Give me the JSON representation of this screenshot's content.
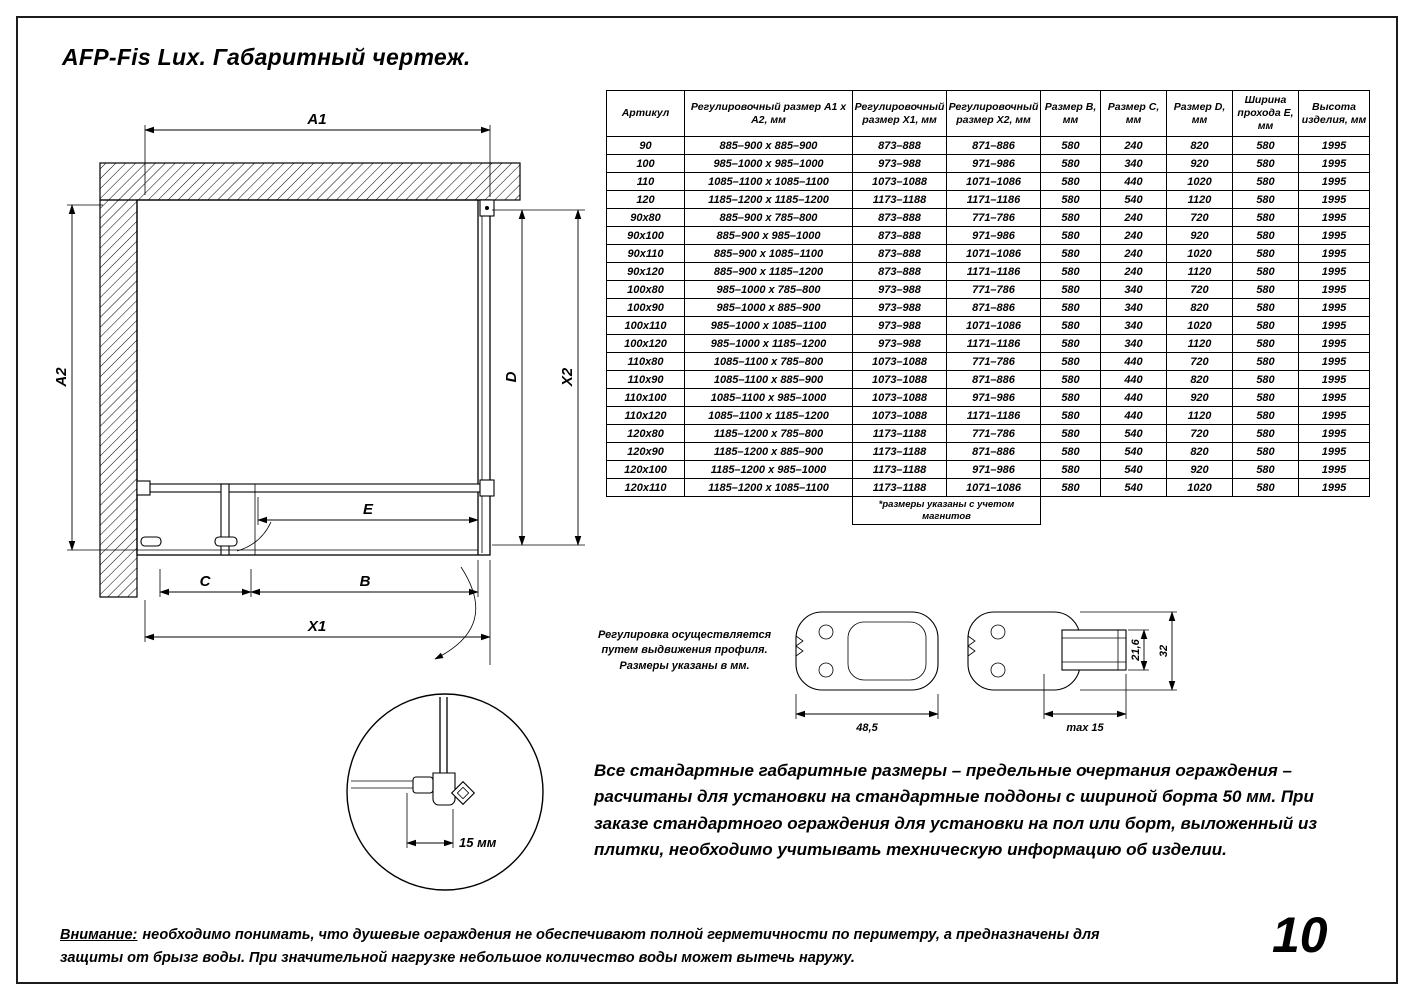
{
  "page": {
    "title": "AFP-Fis Lux. Габаритный чертеж.",
    "number": "10"
  },
  "drawing": {
    "labels": {
      "a1": "A1",
      "a2": "A2",
      "x1": "X1",
      "x2": "X2",
      "b": "B",
      "c": "C",
      "d": "D",
      "e": "E"
    },
    "detail_dim": "15 мм"
  },
  "table": {
    "headers": [
      "Артикул",
      "Регулировочный размер A1 x A2, мм",
      "Регулировочный размер X1, мм",
      "Регулировочный размер X2, мм",
      "Размер B, мм",
      "Размер C, мм",
      "Размер D, мм",
      "Ширина прохода E, мм",
      "Высота изделия, мм"
    ],
    "rows": [
      [
        "90",
        "885–900 x 885–900",
        "873–888",
        "871–886",
        "580",
        "240",
        "820",
        "580",
        "1995"
      ],
      [
        "100",
        "985–1000 x 985–1000",
        "973–988",
        "971–986",
        "580",
        "340",
        "920",
        "580",
        "1995"
      ],
      [
        "110",
        "1085–1100 x 1085–1100",
        "1073–1088",
        "1071–1086",
        "580",
        "440",
        "1020",
        "580",
        "1995"
      ],
      [
        "120",
        "1185–1200 x 1185–1200",
        "1173–1188",
        "1171–1186",
        "580",
        "540",
        "1120",
        "580",
        "1995"
      ],
      [
        "90x80",
        "885–900 x 785–800",
        "873–888",
        "771–786",
        "580",
        "240",
        "720",
        "580",
        "1995"
      ],
      [
        "90x100",
        "885–900 x 985–1000",
        "873–888",
        "971–986",
        "580",
        "240",
        "920",
        "580",
        "1995"
      ],
      [
        "90x110",
        "885–900 x 1085–1100",
        "873–888",
        "1071–1086",
        "580",
        "240",
        "1020",
        "580",
        "1995"
      ],
      [
        "90x120",
        "885–900 x 1185–1200",
        "873–888",
        "1171–1186",
        "580",
        "240",
        "1120",
        "580",
        "1995"
      ],
      [
        "100x80",
        "985–1000 x 785–800",
        "973–988",
        "771–786",
        "580",
        "340",
        "720",
        "580",
        "1995"
      ],
      [
        "100x90",
        "985–1000 x 885–900",
        "973–988",
        "871–886",
        "580",
        "340",
        "820",
        "580",
        "1995"
      ],
      [
        "100x110",
        "985–1000 x 1085–1100",
        "973–988",
        "1071–1086",
        "580",
        "340",
        "1020",
        "580",
        "1995"
      ],
      [
        "100x120",
        "985–1000 x 1185–1200",
        "973–988",
        "1171–1186",
        "580",
        "340",
        "1120",
        "580",
        "1995"
      ],
      [
        "110x80",
        "1085–1100 x 785–800",
        "1073–1088",
        "771–786",
        "580",
        "440",
        "720",
        "580",
        "1995"
      ],
      [
        "110x90",
        "1085–1100 x 885–900",
        "1073–1088",
        "871–886",
        "580",
        "440",
        "820",
        "580",
        "1995"
      ],
      [
        "110x100",
        "1085–1100 x 985–1000",
        "1073–1088",
        "971–986",
        "580",
        "440",
        "920",
        "580",
        "1995"
      ],
      [
        "110x120",
        "1085–1100 x 1185–1200",
        "1073–1088",
        "1171–1186",
        "580",
        "440",
        "1120",
        "580",
        "1995"
      ],
      [
        "120x80",
        "1185–1200 x 785–800",
        "1173–1188",
        "771–786",
        "580",
        "540",
        "720",
        "580",
        "1995"
      ],
      [
        "120x90",
        "1185–1200 x 885–900",
        "1173–1188",
        "871–886",
        "580",
        "540",
        "820",
        "580",
        "1995"
      ],
      [
        "120x100",
        "1185–1200 x 985–1000",
        "1173–1188",
        "971–986",
        "580",
        "540",
        "920",
        "580",
        "1995"
      ],
      [
        "120x110",
        "1185–1200 x 1085–1100",
        "1173–1188",
        "1071–1086",
        "580",
        "540",
        "1020",
        "580",
        "1995"
      ]
    ],
    "footnote": "*размеры указаны с учетом магнитов"
  },
  "adjust_note": "Регулировка осуществляется\nпутем выдвижения профиля.\nРазмеры указаны в мм.",
  "profiles": {
    "width": "48,5",
    "max": "max 15",
    "h1": "21,6",
    "h2": "32"
  },
  "body_text": "Все стандартные габаритные размеры – предельные очертания ограждения – расчитаны для установки на стандартные поддоны с шириной борта 50 мм. При заказе стандартного ограждения для установки на пол или борт, выложенный из плитки, необходимо учитывать техническую информацию об изделии.",
  "warning": {
    "label": "Внимание:",
    "text": "необходимо понимать, что душевые ограждения не обеспечивают полной герметичности по периметру, а предназначены для защиты от брызг воды. При значительной нагрузке небольшое количество воды может вытечь наружу."
  }
}
